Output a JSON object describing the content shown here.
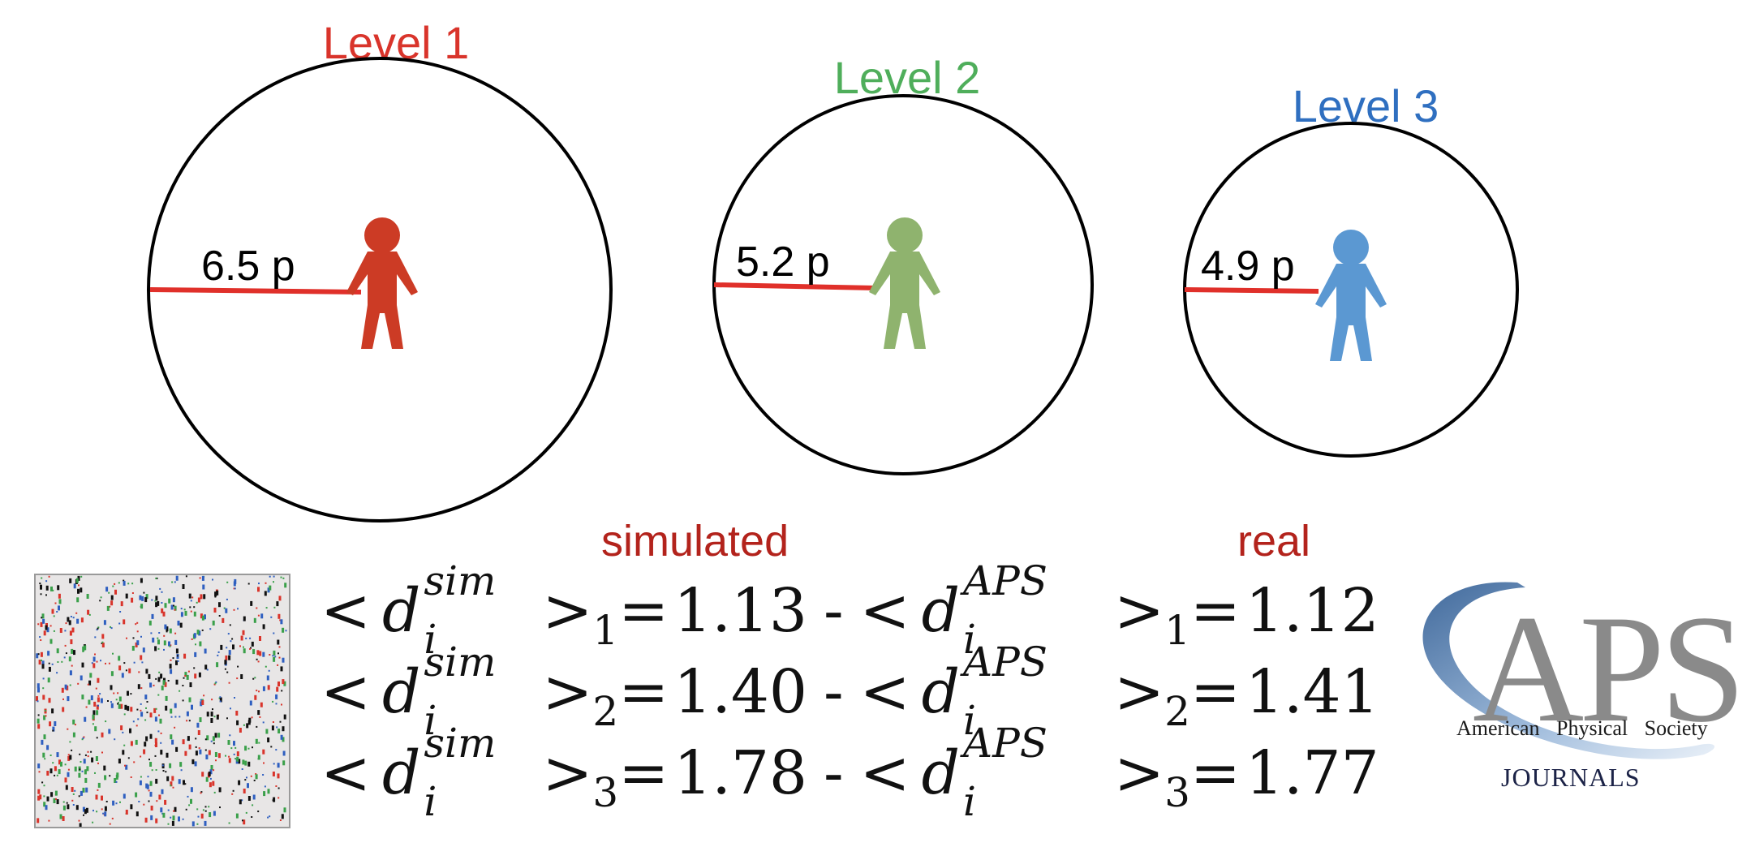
{
  "levels": [
    {
      "title": "Level 1",
      "radius_label": "6.5 p",
      "color": "#d9342b",
      "figure_color": "#cc3b25"
    },
    {
      "title": "Level 2",
      "radius_label": "5.2 p",
      "color": "#4fae5b",
      "figure_color": "#8fb36e"
    },
    {
      "title": "Level 3",
      "radius_label": "4.9 p",
      "color": "#2f6fc0",
      "figure_color": "#5b98d2"
    }
  ],
  "radius_line_color": "#e0302a",
  "headers": {
    "simulated": "simulated",
    "real": "real"
  },
  "equations": [
    {
      "open": "<",
      "d": "d",
      "sim_sup": "sim",
      "sub_i": "i",
      "close": ">",
      "group": "1",
      "eq": "=",
      "sim_value": "1.13",
      "dash": "-",
      "aps_sup": "APS",
      "aps_value": "1.12"
    },
    {
      "open": "<",
      "d": "d",
      "sim_sup": "sim",
      "sub_i": "i",
      "close": ">",
      "group": "2",
      "eq": "=",
      "sim_value": "1.40",
      "dash": "-",
      "aps_sup": "APS",
      "aps_value": "1.41"
    },
    {
      "open": "<",
      "d": "d",
      "sim_sup": "sim",
      "sub_i": "i",
      "close": ">",
      "group": "3",
      "eq": "=",
      "sim_value": "1.78",
      "dash": "-",
      "aps_sup": "APS",
      "aps_value": "1.77"
    }
  ],
  "logo": {
    "letters": "APS",
    "society": "American Physical Society",
    "journals": "JOURNALS",
    "swoosh_color": "#3d6fa8"
  },
  "sim_dot_colors": [
    "#d9342b",
    "#2f5fc0",
    "#3aa04a",
    "#111111"
  ]
}
